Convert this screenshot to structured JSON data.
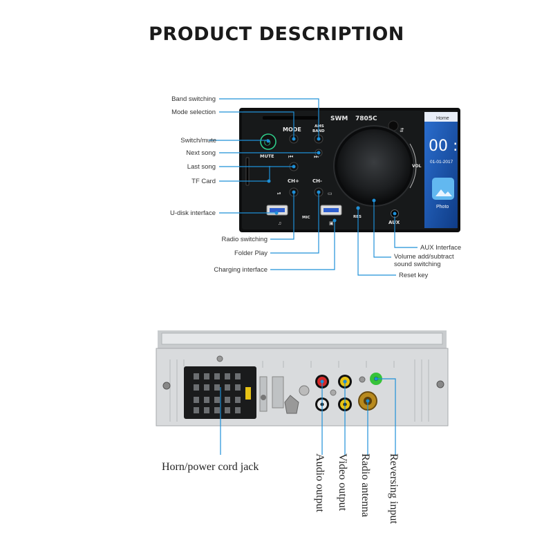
{
  "title": "PRODUCT DESCRIPTION",
  "front_panel": {
    "model": "SWM",
    "model_number": "7805C",
    "buttons": {
      "mode": "MODE",
      "ams_band_1": "AMS",
      "ams_band_2": "BAND",
      "mute": "MUTE",
      "ch_plus": "CH+",
      "ch_minus": "CH-",
      "mic": "MIC",
      "res": "RES",
      "aux": "AUX",
      "vol": "VOL"
    },
    "screen": {
      "header": "Home",
      "time": "00 :",
      "date": "01-01-2017",
      "app_label": "Photo"
    },
    "left_labels": [
      "Band switching",
      "Mode selection",
      "Switch/mute",
      "Next song",
      "Last song",
      "TF Card",
      "U-disk interface",
      "Radio switching",
      "Folder Play",
      "Charging interface"
    ],
    "right_labels": [
      "AUX Interface",
      "Volume add/subtract",
      "sound switching",
      "Reset key"
    ]
  },
  "rear_panel": {
    "labels": {
      "horn": "Horn/power cord jack",
      "audio": "Audio output",
      "video": "Video output",
      "radio": "Radio antenna",
      "reversing": "Reversing input"
    }
  },
  "colors": {
    "accent": "#1e90d8",
    "panel": "#151718",
    "mute_ring": "#2ecc8a",
    "screen_blue": "#1f5fb6",
    "rca_red": "#d42a2a",
    "rca_yellow": "#e6c215",
    "rca_green": "#36c23a"
  }
}
